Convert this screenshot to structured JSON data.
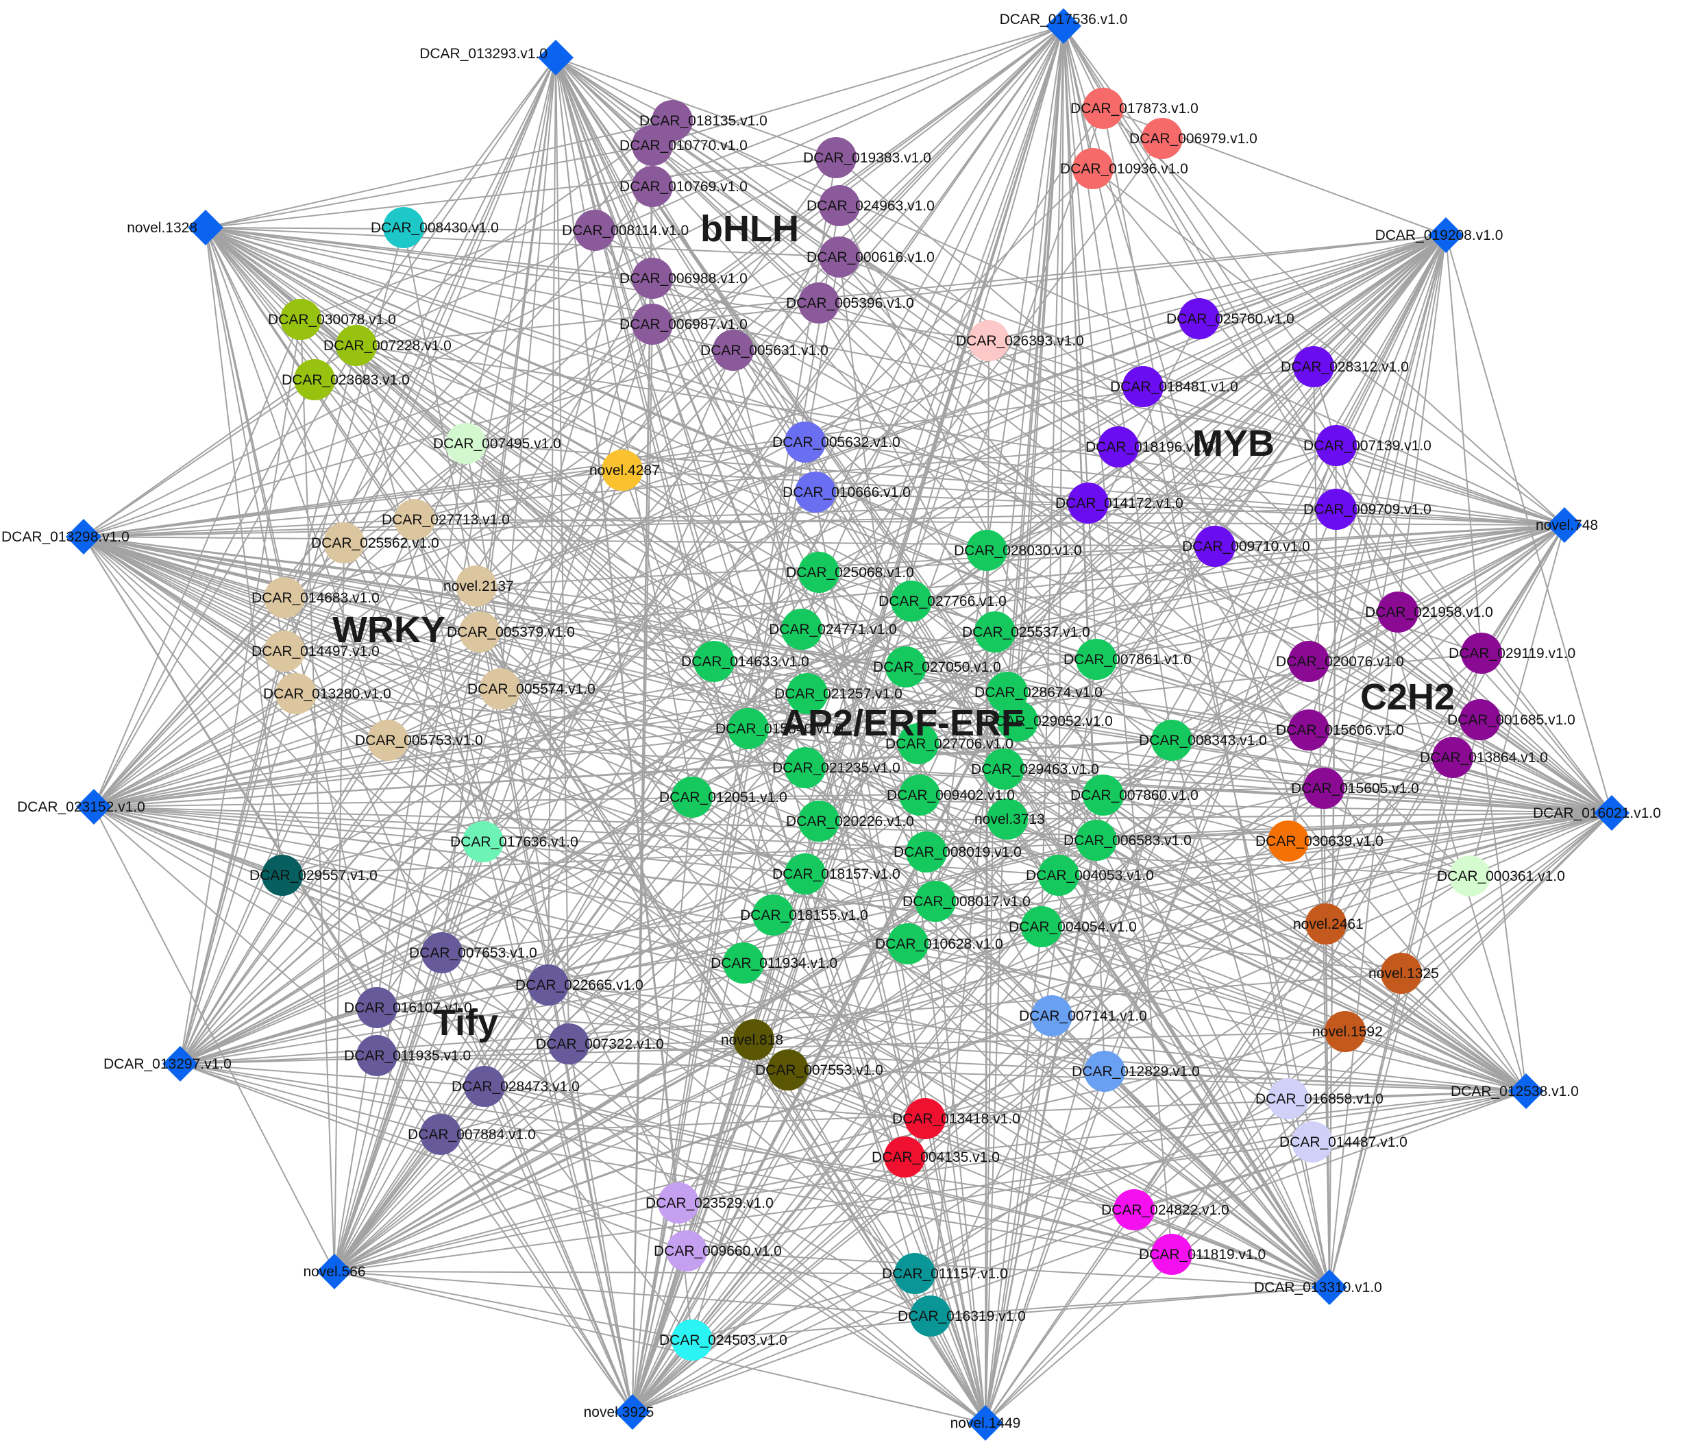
{
  "colors": {
    "hub": "#0a64f0",
    "edge": "#a3a3a3",
    "bHLH": "#8a5a9a",
    "AP2_ERF": "#16c95f",
    "MYB": "#6a0df0",
    "WRKY": "#dcc6a0",
    "C2H2": "#8a0a94",
    "Tify": "#675a9a",
    "red": "#f76a6a",
    "pink": "#fcc8c8",
    "periwinkle": "#6a6ef0",
    "teal": "#1ec8c8",
    "lime": "#97c20f",
    "mint": "#d3f8cf",
    "gold": "#f9c22e",
    "aqua": "#6cf3b5",
    "darkteal": "#075e5e",
    "olive": "#5a5604",
    "crimson": "#f0102f",
    "lavender": "#c6a0f0",
    "magenta": "#f510f0",
    "sea": "#0a9696",
    "cyan": "#2cf4f4",
    "orange": "#f67104",
    "brown": "#c4591d",
    "skyblue": "#6aa0f2",
    "pale": "#d0d0f8",
    "palegreen": "#d7fbd0"
  },
  "families": [
    {
      "name": "bHLH",
      "color": "bHLH"
    },
    {
      "name": "MYB",
      "color": "MYB"
    },
    {
      "name": "WRKY",
      "color": "WRKY"
    },
    {
      "name": "C2H2",
      "color": "C2H2"
    },
    {
      "name": "AP2/ERF-ERF",
      "color": "AP2_ERF"
    },
    {
      "name": "Tify",
      "color": "Tify"
    }
  ],
  "hubs": [
    "DCAR_017536.v1.0",
    "DCAR_013293.v1.0",
    "novel.1328",
    "DCAR_019208.v1.0",
    "DCAR_013298.v1.0",
    "novel.748",
    "DCAR_023152.v1.0",
    "DCAR_016021.v1.0",
    "DCAR_013297.v1.0",
    "DCAR_012538.v1.0",
    "novel.566",
    "DCAR_013310.v1.0",
    "novel.3925",
    "novel.1449"
  ],
  "genes": [
    {
      "id": "DCAR_018135.v1.0",
      "color": "bHLH"
    },
    {
      "id": "DCAR_010770.v1.0",
      "color": "bHLH"
    },
    {
      "id": "DCAR_019383.v1.0",
      "color": "bHLH"
    },
    {
      "id": "DCAR_010769.v1.0",
      "color": "bHLH"
    },
    {
      "id": "DCAR_024963.v1.0",
      "color": "bHLH"
    },
    {
      "id": "DCAR_008114.v1.0",
      "color": "bHLH"
    },
    {
      "id": "DCAR_000616.v1.0",
      "color": "bHLH"
    },
    {
      "id": "DCAR_006988.v1.0",
      "color": "bHLH"
    },
    {
      "id": "DCAR_005396.v1.0",
      "color": "bHLH"
    },
    {
      "id": "DCAR_006987.v1.0",
      "color": "bHLH"
    },
    {
      "id": "DCAR_005631.v1.0",
      "color": "bHLH"
    },
    {
      "id": "DCAR_017873.v1.0",
      "color": "red"
    },
    {
      "id": "DCAR_006979.v1.0",
      "color": "red"
    },
    {
      "id": "DCAR_010936.v1.0",
      "color": "red"
    },
    {
      "id": "DCAR_008430.v1.0",
      "color": "teal"
    },
    {
      "id": "DCAR_030078.v1.0",
      "color": "lime"
    },
    {
      "id": "DCAR_007228.v1.0",
      "color": "lime"
    },
    {
      "id": "DCAR_023683.v1.0",
      "color": "lime"
    },
    {
      "id": "DCAR_026393.v1.0",
      "color": "pink"
    },
    {
      "id": "DCAR_025760.v1.0",
      "color": "MYB"
    },
    {
      "id": "DCAR_028312.v1.0",
      "color": "MYB"
    },
    {
      "id": "DCAR_018481.v1.0",
      "color": "MYB"
    },
    {
      "id": "DCAR_018196.v1.0",
      "color": "MYB"
    },
    {
      "id": "DCAR_007139.v1.0",
      "color": "MYB"
    },
    {
      "id": "DCAR_014172.v1.0",
      "color": "MYB"
    },
    {
      "id": "DCAR_009709.v1.0",
      "color": "MYB"
    },
    {
      "id": "DCAR_009710.v1.0",
      "color": "MYB"
    },
    {
      "id": "DCAR_007495.v1.0",
      "color": "mint"
    },
    {
      "id": "novel.4287",
      "color": "gold"
    },
    {
      "id": "DCAR_005632.v1.0",
      "color": "periwinkle"
    },
    {
      "id": "DCAR_010666.v1.0",
      "color": "periwinkle"
    },
    {
      "id": "DCAR_027713.v1.0",
      "color": "WRKY"
    },
    {
      "id": "DCAR_025562.v1.0",
      "color": "WRKY"
    },
    {
      "id": "novel.2137",
      "color": "WRKY"
    },
    {
      "id": "DCAR_014683.v1.0",
      "color": "WRKY"
    },
    {
      "id": "DCAR_005379.v1.0",
      "color": "WRKY"
    },
    {
      "id": "DCAR_014497.v1.0",
      "color": "WRKY"
    },
    {
      "id": "DCAR_013280.v1.0",
      "color": "WRKY"
    },
    {
      "id": "DCAR_005574.v1.0",
      "color": "WRKY"
    },
    {
      "id": "DCAR_005753.v1.0",
      "color": "WRKY"
    },
    {
      "id": "DCAR_028030.v1.0",
      "color": "AP2_ERF"
    },
    {
      "id": "DCAR_025068.v1.0",
      "color": "AP2_ERF"
    },
    {
      "id": "DCAR_027766.v1.0",
      "color": "AP2_ERF"
    },
    {
      "id": "DCAR_024771.v1.0",
      "color": "AP2_ERF"
    },
    {
      "id": "DCAR_025537.v1.0",
      "color": "AP2_ERF"
    },
    {
      "id": "DCAR_014633.v1.0",
      "color": "AP2_ERF"
    },
    {
      "id": "DCAR_027050.v1.0",
      "color": "AP2_ERF"
    },
    {
      "id": "DCAR_007861.v1.0",
      "color": "AP2_ERF"
    },
    {
      "id": "DCAR_021257.v1.0",
      "color": "AP2_ERF"
    },
    {
      "id": "DCAR_028674.v1.0",
      "color": "AP2_ERF"
    },
    {
      "id": "DCAR_015840.v1.0",
      "color": "AP2_ERF"
    },
    {
      "id": "DCAR_029052.v1.0",
      "color": "AP2_ERF"
    },
    {
      "id": "DCAR_027706.v1.0",
      "color": "AP2_ERF"
    },
    {
      "id": "DCAR_008343.v1.0",
      "color": "AP2_ERF"
    },
    {
      "id": "DCAR_021235.v1.0",
      "color": "AP2_ERF"
    },
    {
      "id": "DCAR_029463.v1.0",
      "color": "AP2_ERF"
    },
    {
      "id": "DCAR_012051.v1.0",
      "color": "AP2_ERF"
    },
    {
      "id": "DCAR_009402.v1.0",
      "color": "AP2_ERF"
    },
    {
      "id": "DCAR_007860.v1.0",
      "color": "AP2_ERF"
    },
    {
      "id": "novel.3713",
      "color": "AP2_ERF"
    },
    {
      "id": "DCAR_020226.v1.0",
      "color": "AP2_ERF"
    },
    {
      "id": "DCAR_006583.v1.0",
      "color": "AP2_ERF"
    },
    {
      "id": "DCAR_008019.v1.0",
      "color": "AP2_ERF"
    },
    {
      "id": "DCAR_018157.v1.0",
      "color": "AP2_ERF"
    },
    {
      "id": "DCAR_004053.v1.0",
      "color": "AP2_ERF"
    },
    {
      "id": "DCAR_008017.v1.0",
      "color": "AP2_ERF"
    },
    {
      "id": "DCAR_018155.v1.0",
      "color": "AP2_ERF"
    },
    {
      "id": "DCAR_004054.v1.0",
      "color": "AP2_ERF"
    },
    {
      "id": "DCAR_010628.v1.0",
      "color": "AP2_ERF"
    },
    {
      "id": "DCAR_011934.v1.0",
      "color": "AP2_ERF"
    },
    {
      "id": "DCAR_021958.v1.0",
      "color": "C2H2"
    },
    {
      "id": "DCAR_020076.v1.0",
      "color": "C2H2"
    },
    {
      "id": "DCAR_029119.v1.0",
      "color": "C2H2"
    },
    {
      "id": "DCAR_015606.v1.0",
      "color": "C2H2"
    },
    {
      "id": "DCAR_001685.v1.0",
      "color": "C2H2"
    },
    {
      "id": "DCAR_013864.v1.0",
      "color": "C2H2"
    },
    {
      "id": "DCAR_015605.v1.0",
      "color": "C2H2"
    },
    {
      "id": "DCAR_030639.v1.0",
      "color": "orange"
    },
    {
      "id": "DCAR_000361.v1.0",
      "color": "palegreen"
    },
    {
      "id": "novel.2461",
      "color": "brown"
    },
    {
      "id": "novel.1325",
      "color": "brown"
    },
    {
      "id": "novel.1592",
      "color": "brown"
    },
    {
      "id": "DCAR_017636.v1.0",
      "color": "aqua"
    },
    {
      "id": "DCAR_029557.v1.0",
      "color": "darkteal"
    },
    {
      "id": "DCAR_007653.v1.0",
      "color": "Tify"
    },
    {
      "id": "DCAR_022665.v1.0",
      "color": "Tify"
    },
    {
      "id": "DCAR_016107.v1.0",
      "color": "Tify"
    },
    {
      "id": "DCAR_011935.v1.0",
      "color": "Tify"
    },
    {
      "id": "DCAR_007322.v1.0",
      "color": "Tify"
    },
    {
      "id": "DCAR_028473.v1.0",
      "color": "Tify"
    },
    {
      "id": "DCAR_007884.v1.0",
      "color": "Tify"
    },
    {
      "id": "DCAR_007141.v1.0",
      "color": "skyblue"
    },
    {
      "id": "DCAR_012829.v1.0",
      "color": "skyblue"
    },
    {
      "id": "novel.818",
      "color": "olive"
    },
    {
      "id": "DCAR_007553.v1.0",
      "color": "olive"
    },
    {
      "id": "DCAR_016858.v1.0",
      "color": "pale"
    },
    {
      "id": "DCAR_014487.v1.0",
      "color": "pale"
    },
    {
      "id": "DCAR_013418.v1.0",
      "color": "crimson"
    },
    {
      "id": "DCAR_004135.v1.0",
      "color": "crimson"
    },
    {
      "id": "DCAR_023529.v1.0",
      "color": "lavender"
    },
    {
      "id": "DCAR_009660.v1.0",
      "color": "lavender"
    },
    {
      "id": "DCAR_024822.v1.0",
      "color": "magenta"
    },
    {
      "id": "DCAR_011819.v1.0",
      "color": "magenta"
    },
    {
      "id": "DCAR_011157.v1.0",
      "color": "sea"
    },
    {
      "id": "DCAR_016319.v1.0",
      "color": "sea"
    },
    {
      "id": "DCAR_024503.v1.0",
      "color": "cyan"
    }
  ]
}
